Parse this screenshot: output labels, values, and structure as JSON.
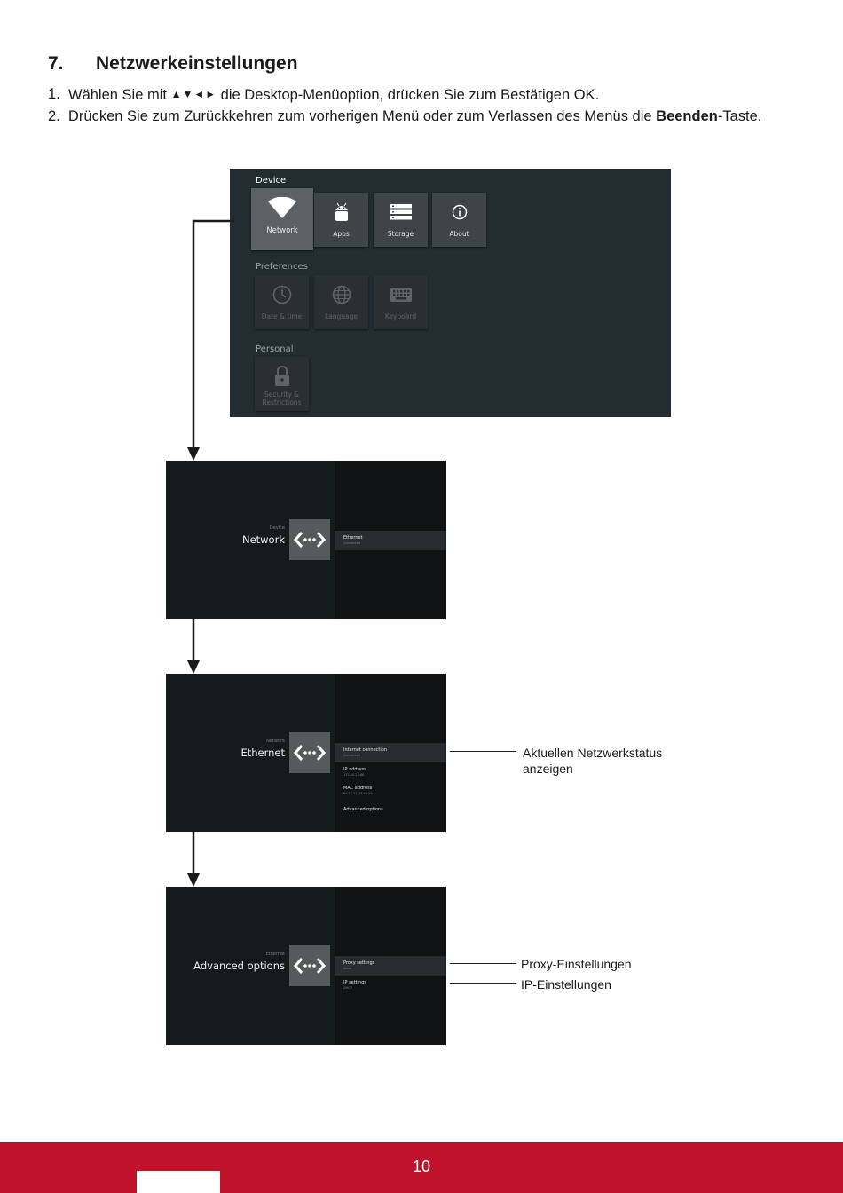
{
  "section": {
    "number": "7.",
    "title": "Netzwerkeinstellungen"
  },
  "steps": [
    {
      "num": "1.",
      "before": "Wählen Sie mit",
      "arrows": "▲▼◄►",
      "after": "die Desktop-Menüoption, drücken Sie zum Bestätigen OK."
    },
    {
      "num": "2.",
      "before": "Drücken Sie zum Zurückkehren zum vorherigen Menü oder zum Verlassen des Menüs die",
      "bold": "Beenden",
      "after": "-Taste."
    }
  ],
  "settings_screen": {
    "device_heading": "Device",
    "device_tiles": [
      {
        "label": "Network",
        "icon": "wifi-icon"
      },
      {
        "label": "Apps",
        "icon": "android-icon"
      },
      {
        "label": "Storage",
        "icon": "storage-icon"
      },
      {
        "label": "About",
        "icon": "info-icon"
      }
    ],
    "preferences_heading": "Preferences",
    "preferences_tiles": [
      {
        "label": "Date & time",
        "icon": "clock-icon"
      },
      {
        "label": "Language",
        "icon": "globe-icon"
      },
      {
        "label": "Keyboard",
        "icon": "keyboard-icon"
      }
    ],
    "personal_heading": "Personal",
    "personal_tiles": [
      {
        "label": "Security & Restrictions",
        "label_line1": "Security &",
        "label_line2": "Restrictions",
        "icon": "lock-icon"
      }
    ]
  },
  "network_screen": {
    "breadcrumb": "Device",
    "title": "Network",
    "items": [
      {
        "title": "Ethernet",
        "subtitle": "Connected"
      }
    ]
  },
  "ethernet_screen": {
    "breadcrumb": "Network",
    "title": "Ethernet",
    "items": [
      {
        "title": "Internet connection",
        "subtitle": "Connected"
      },
      {
        "title": "IP address",
        "subtitle": "172.20.2.168"
      },
      {
        "title": "MAC address",
        "subtitle": "00:11:22:33:44:55"
      },
      {
        "title": "Advanced options",
        "subtitle": ""
      }
    ]
  },
  "advanced_screen": {
    "breadcrumb": "Ethernet",
    "title": "Advanced options",
    "items": [
      {
        "title": "Proxy settings",
        "subtitle": "None"
      },
      {
        "title": "IP settings",
        "subtitle": "DHCP"
      }
    ]
  },
  "annotations": {
    "network_status_line1": "Aktuellen Netzwerkstatus",
    "network_status_line2": "anzeigen",
    "proxy": "Proxy-Einstellungen",
    "ip": "IP-Einstellungen"
  },
  "footer": {
    "page_number": "10",
    "color": "#c1122c"
  }
}
